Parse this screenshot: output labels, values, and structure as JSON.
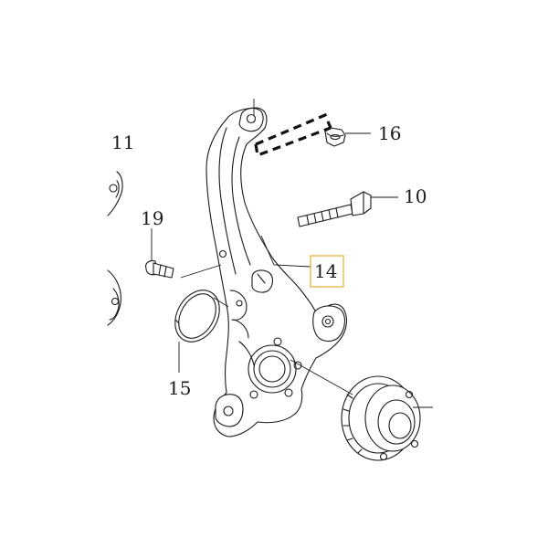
{
  "diagram": {
    "callouts": {
      "c11": "11",
      "c16": "16",
      "c10": "10",
      "c19": "19",
      "c14": "14",
      "c15": "15"
    },
    "highlighted_callout": "14",
    "highlight_color": "#e8b84a",
    "line_color": "#1a1a1a"
  }
}
